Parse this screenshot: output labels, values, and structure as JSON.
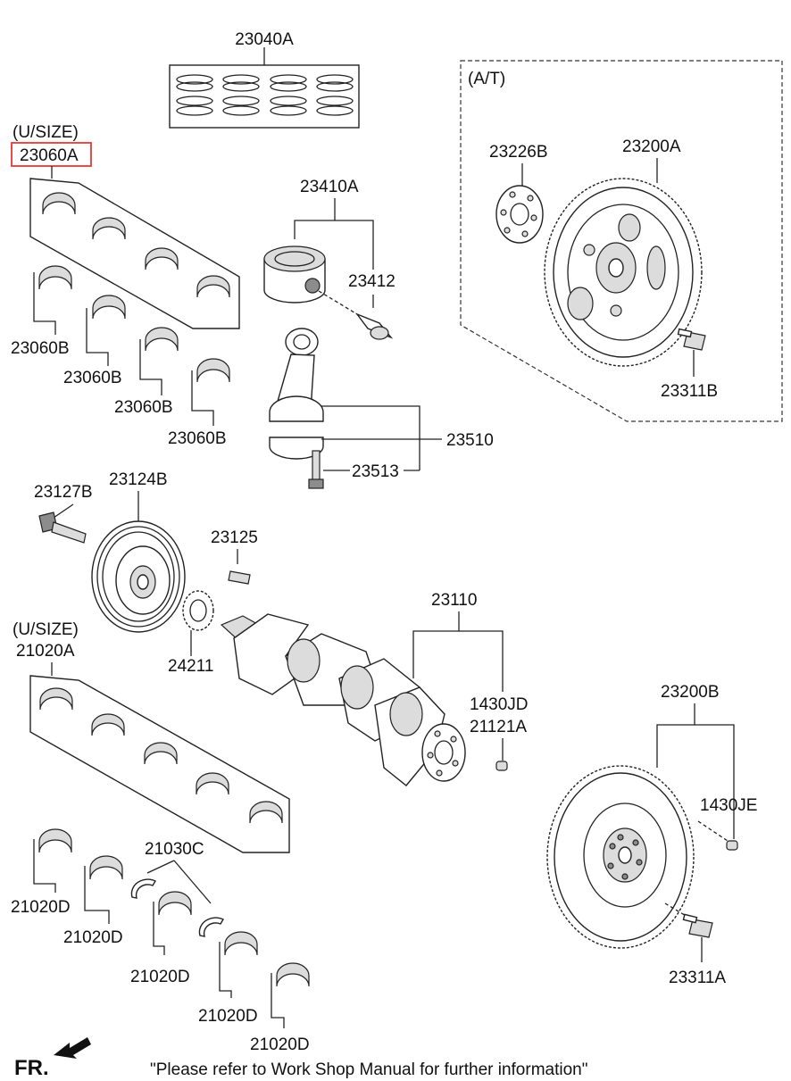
{
  "labels": {
    "p23040A": "23040A",
    "usize_top": "(U/SIZE)",
    "p23060A": "23060A",
    "p23060B_1": "23060B",
    "p23060B_2": "23060B",
    "p23060B_3": "23060B",
    "p23060B_4": "23060B",
    "p23410A": "23410A",
    "p23412": "23412",
    "p23510": "23510",
    "p23513": "23513",
    "at": "(A/T)",
    "p23226B": "23226B",
    "p23200A": "23200A",
    "p23311B": "23311B",
    "p23127B": "23127B",
    "p23124B": "23124B",
    "p23125": "23125",
    "p24211": "24211",
    "p23110": "23110",
    "p1430JD": "1430JD",
    "p21121A": "21121A",
    "usize_bottom": "(U/SIZE)",
    "p21020A": "21020A",
    "p21030C": "21030C",
    "p21020D_1": "21020D",
    "p21020D_2": "21020D",
    "p21020D_3": "21020D",
    "p21020D_4": "21020D",
    "p21020D_5": "21020D",
    "p23200B": "23200B",
    "p1430JE": "1430JE",
    "p23311A": "23311A"
  },
  "footer": {
    "direction": "FR.",
    "note": "\"Please refer to Work Shop Manual for further information\""
  },
  "highlight_color": "#e53935"
}
